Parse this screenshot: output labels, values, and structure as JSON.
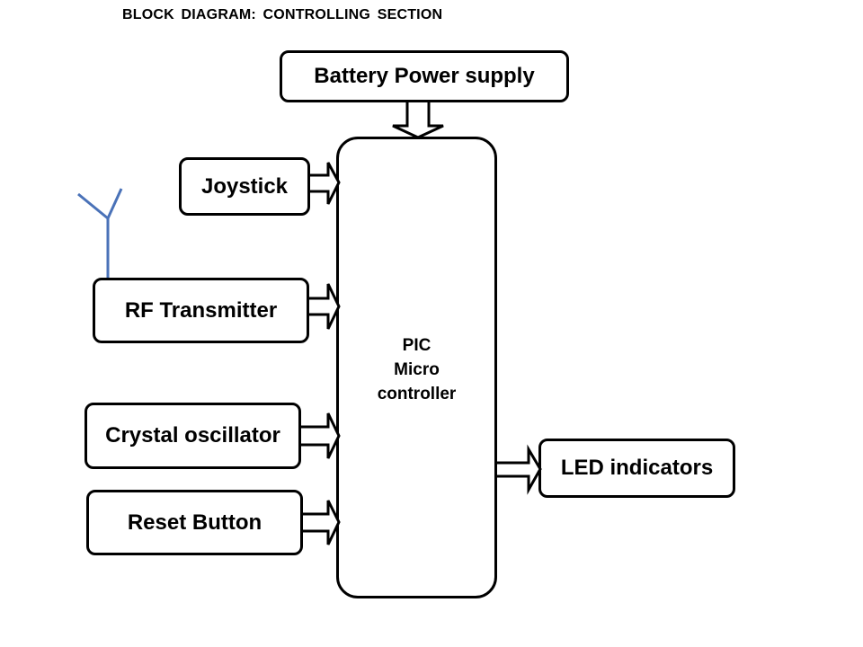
{
  "title": "BLOCK DIAGRAM:  CONTROLLING  SECTION",
  "blocks": {
    "battery": "Battery Power supply",
    "joystick": "Joystick",
    "rf_transmitter": "RF Transmitter",
    "crystal": "Crystal oscillator",
    "reset": "Reset Button",
    "led": "LED indicators"
  },
  "microcontroller": {
    "line1": "PIC",
    "line2": "Micro",
    "line3": "controller"
  },
  "colors": {
    "stroke": "#000000",
    "antenna": "#4a72b8",
    "background": "#ffffff"
  }
}
